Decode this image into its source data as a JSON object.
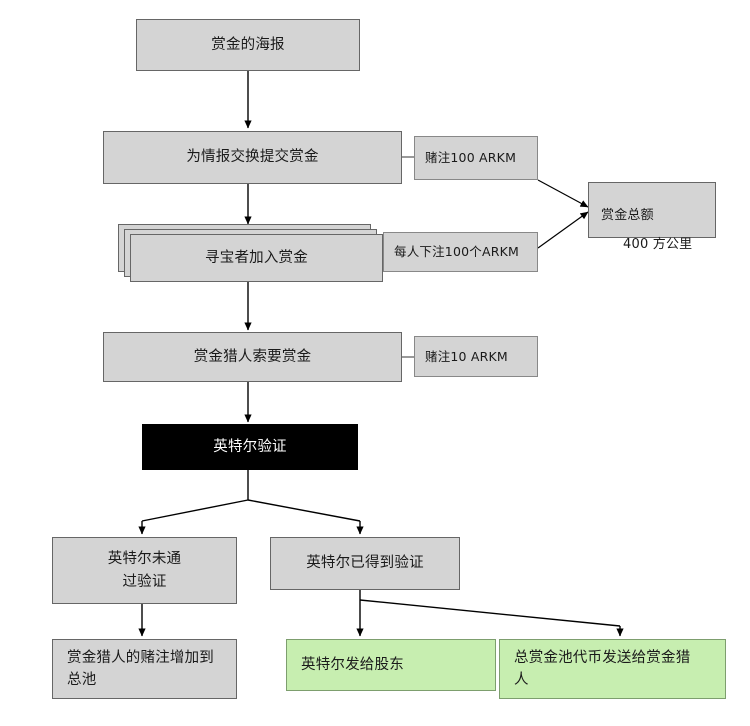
{
  "diagram": {
    "type": "flowchart",
    "title_text": "赏金的海报",
    "colors": {
      "box_fill": "#d4d4d4",
      "box_border": "#666666",
      "black_fill": "#000000",
      "black_text": "#ffffff",
      "green_fill": "#c7eeb0",
      "green_border": "#7d9e6e",
      "connector": "#000000",
      "background": "#ffffff"
    },
    "nodes": {
      "poster": {
        "label": "赏金的海报"
      },
      "submit_bounty": {
        "label": "为情报交换提交赏金"
      },
      "submit_bounty_annotation": {
        "label": "赌注100 ARKM"
      },
      "treasure_hunters_join": {
        "label": "寻宝者加入赏金"
      },
      "treasure_hunters_annotation": {
        "label": "每人下注100个ARKM"
      },
      "bounty_total": {
        "label": "赏金总额",
        "value": "400 方公里"
      },
      "hunter_claims": {
        "label": "赏金猎人索要赏金"
      },
      "hunter_claims_annotation": {
        "label": "赌注10 ARKM"
      },
      "intel_verification": {
        "label": "英特尔验证"
      },
      "intel_failed": {
        "label": "英特尔未通\n过验证"
      },
      "intel_verified": {
        "label": "英特尔已得到验证"
      },
      "stake_to_pool": {
        "label": "赏金猎人的赌注增加到\n总池"
      },
      "intel_to_shareholders": {
        "label": "英特尔发给股东"
      },
      "pool_tokens_to_hunter": {
        "label": "总赏金池代币发送给赏金猎\n人"
      }
    }
  }
}
